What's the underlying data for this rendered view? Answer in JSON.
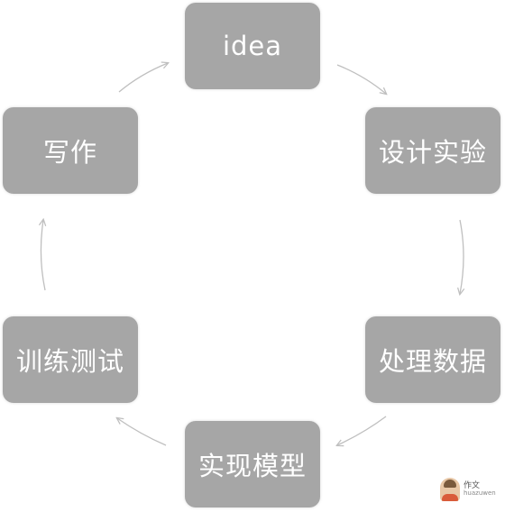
{
  "nodes": {
    "idea": "idea",
    "design": "设计实验",
    "data": "处理数据",
    "model": "实现模型",
    "train": "训练测试",
    "write": "写作"
  },
  "watermark": {
    "line1": "作文",
    "line2": "huazuwen"
  },
  "colors": {
    "node_fill": "#a6a6a6",
    "node_text": "#ffffff",
    "arrow": "#bfbfbf"
  }
}
